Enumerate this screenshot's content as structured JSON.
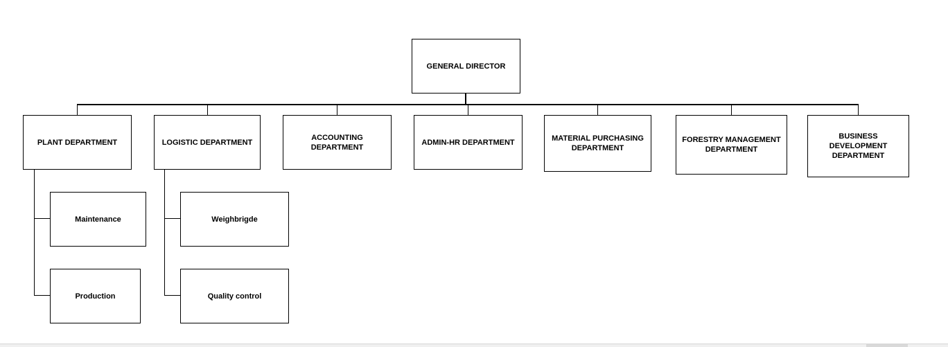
{
  "org_chart": {
    "director": "GENERAL DIRECTOR",
    "departments": {
      "plant": "PLANT DEPARTMENT",
      "logistic": "LOGISTIC DEPARTMENT",
      "accounting": "ACCOUNTING DEPARTMENT",
      "admin_hr": "ADMIN-HR DEPARTMENT",
      "material_purchasing": "MATERIAL PURCHASING DEPARTMENT",
      "forestry": "FORESTRY MANAGEMENT DEPARTMENT",
      "business_development": "BUSINESS DEVELOPMENT DEPARTMENT"
    },
    "plant_units": {
      "maintenance": "Maintenance",
      "production": "Production"
    },
    "logistic_units": {
      "weighbridge": "Weighbrigde",
      "quality_control": "Quality control"
    }
  }
}
